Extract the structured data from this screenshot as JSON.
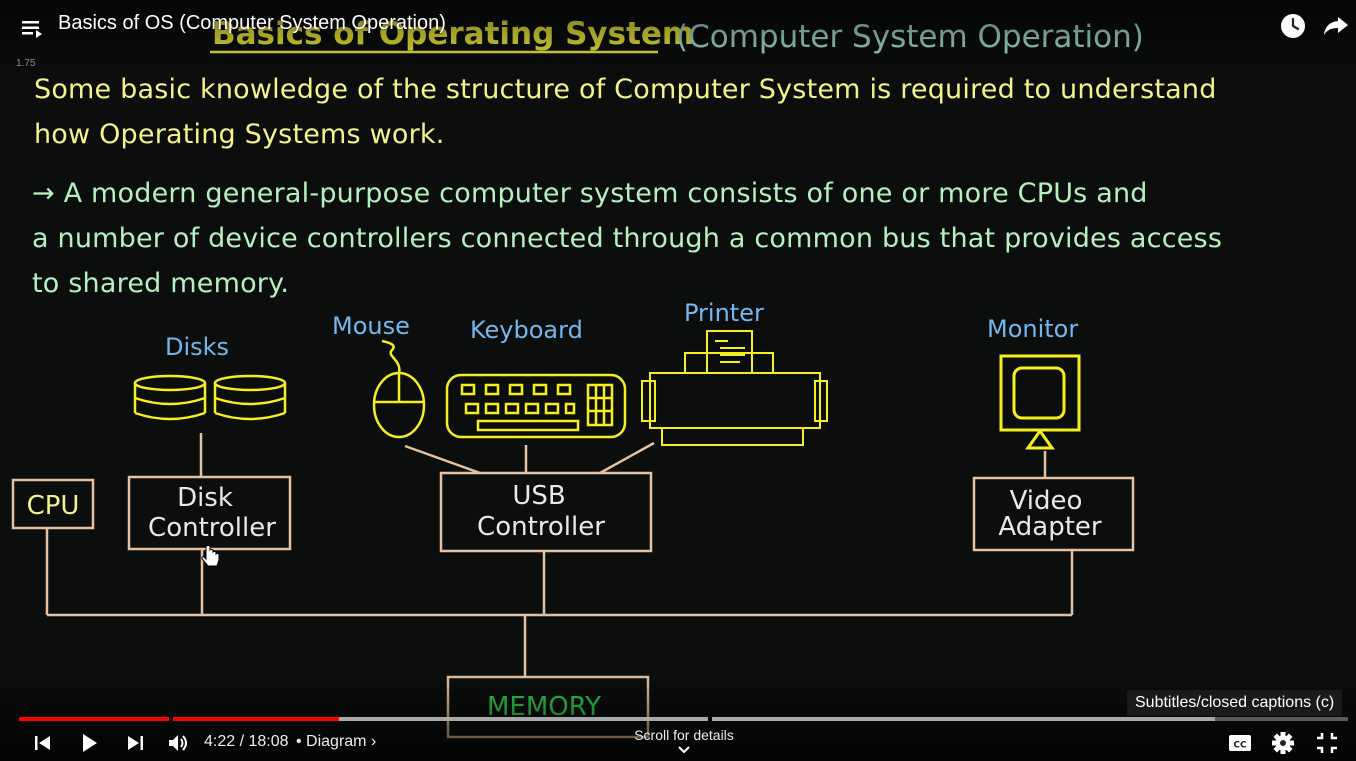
{
  "window": {
    "title": "Basics of OS (Computer System Operation)",
    "speed_badge": "1.75"
  },
  "slide": {
    "heading_left": "Basics of Operating System",
    "heading_right": "(Computer System Operation)",
    "intro_line1": "Some basic knowledge of the structure of Computer System is required to understand",
    "intro_line2": "how Operating Systems work.",
    "point_line1": "→ A modern general-purpose computer system consists of one or more CPUs and",
    "point_line2": "a number of device controllers connected through a common bus that provides access",
    "point_line3": "to shared memory."
  },
  "diagram": {
    "labels": {
      "disks": "Disks",
      "mouse": "Mouse",
      "keyboard": "Keyboard",
      "printer": "Printer",
      "monitor": "Monitor"
    },
    "boxes": {
      "cpu": "CPU",
      "disk_controller_1": "Disk",
      "disk_controller_2": "Controller",
      "usb_controller_1": "USB",
      "usb_controller_2": "Controller",
      "video_adapter_1": "Video",
      "video_adapter_2": "Adapter",
      "memory": "MEMORY"
    }
  },
  "player": {
    "tooltip": "Subtitles/closed captions (c)",
    "current_time": "4:22",
    "separator": " / ",
    "duration": "18:08",
    "chapter": "• Diagram ›",
    "scroll_details": "Scroll for details",
    "progress": {
      "played_fraction": 0.2407,
      "buffered_fraction": 0.8999
    },
    "icons": {
      "playlist": "playlist-icon",
      "watch_later": "clock-icon",
      "share": "share-icon",
      "previous": "skip-previous-icon",
      "play": "play-icon",
      "next": "skip-next-icon",
      "volume": "volume-icon",
      "subtitles": "cc-icon",
      "settings": "gear-icon",
      "exit_fullscreen": "exit-fullscreen-icon",
      "cursor": "hand-cursor-icon"
    }
  },
  "colors": {
    "played": "#ff0000",
    "buffered": "#a8a8a8",
    "unbuffered": "#5a5a5a",
    "chalk_yellow": "#f4f28a",
    "chalk_green_text": "#b6f0c0",
    "chalk_blue": "#74b7ef",
    "device_yellow": "#f6ef1c",
    "line_tan": "#e6c2a2",
    "memory_green": "#2fd24a"
  }
}
